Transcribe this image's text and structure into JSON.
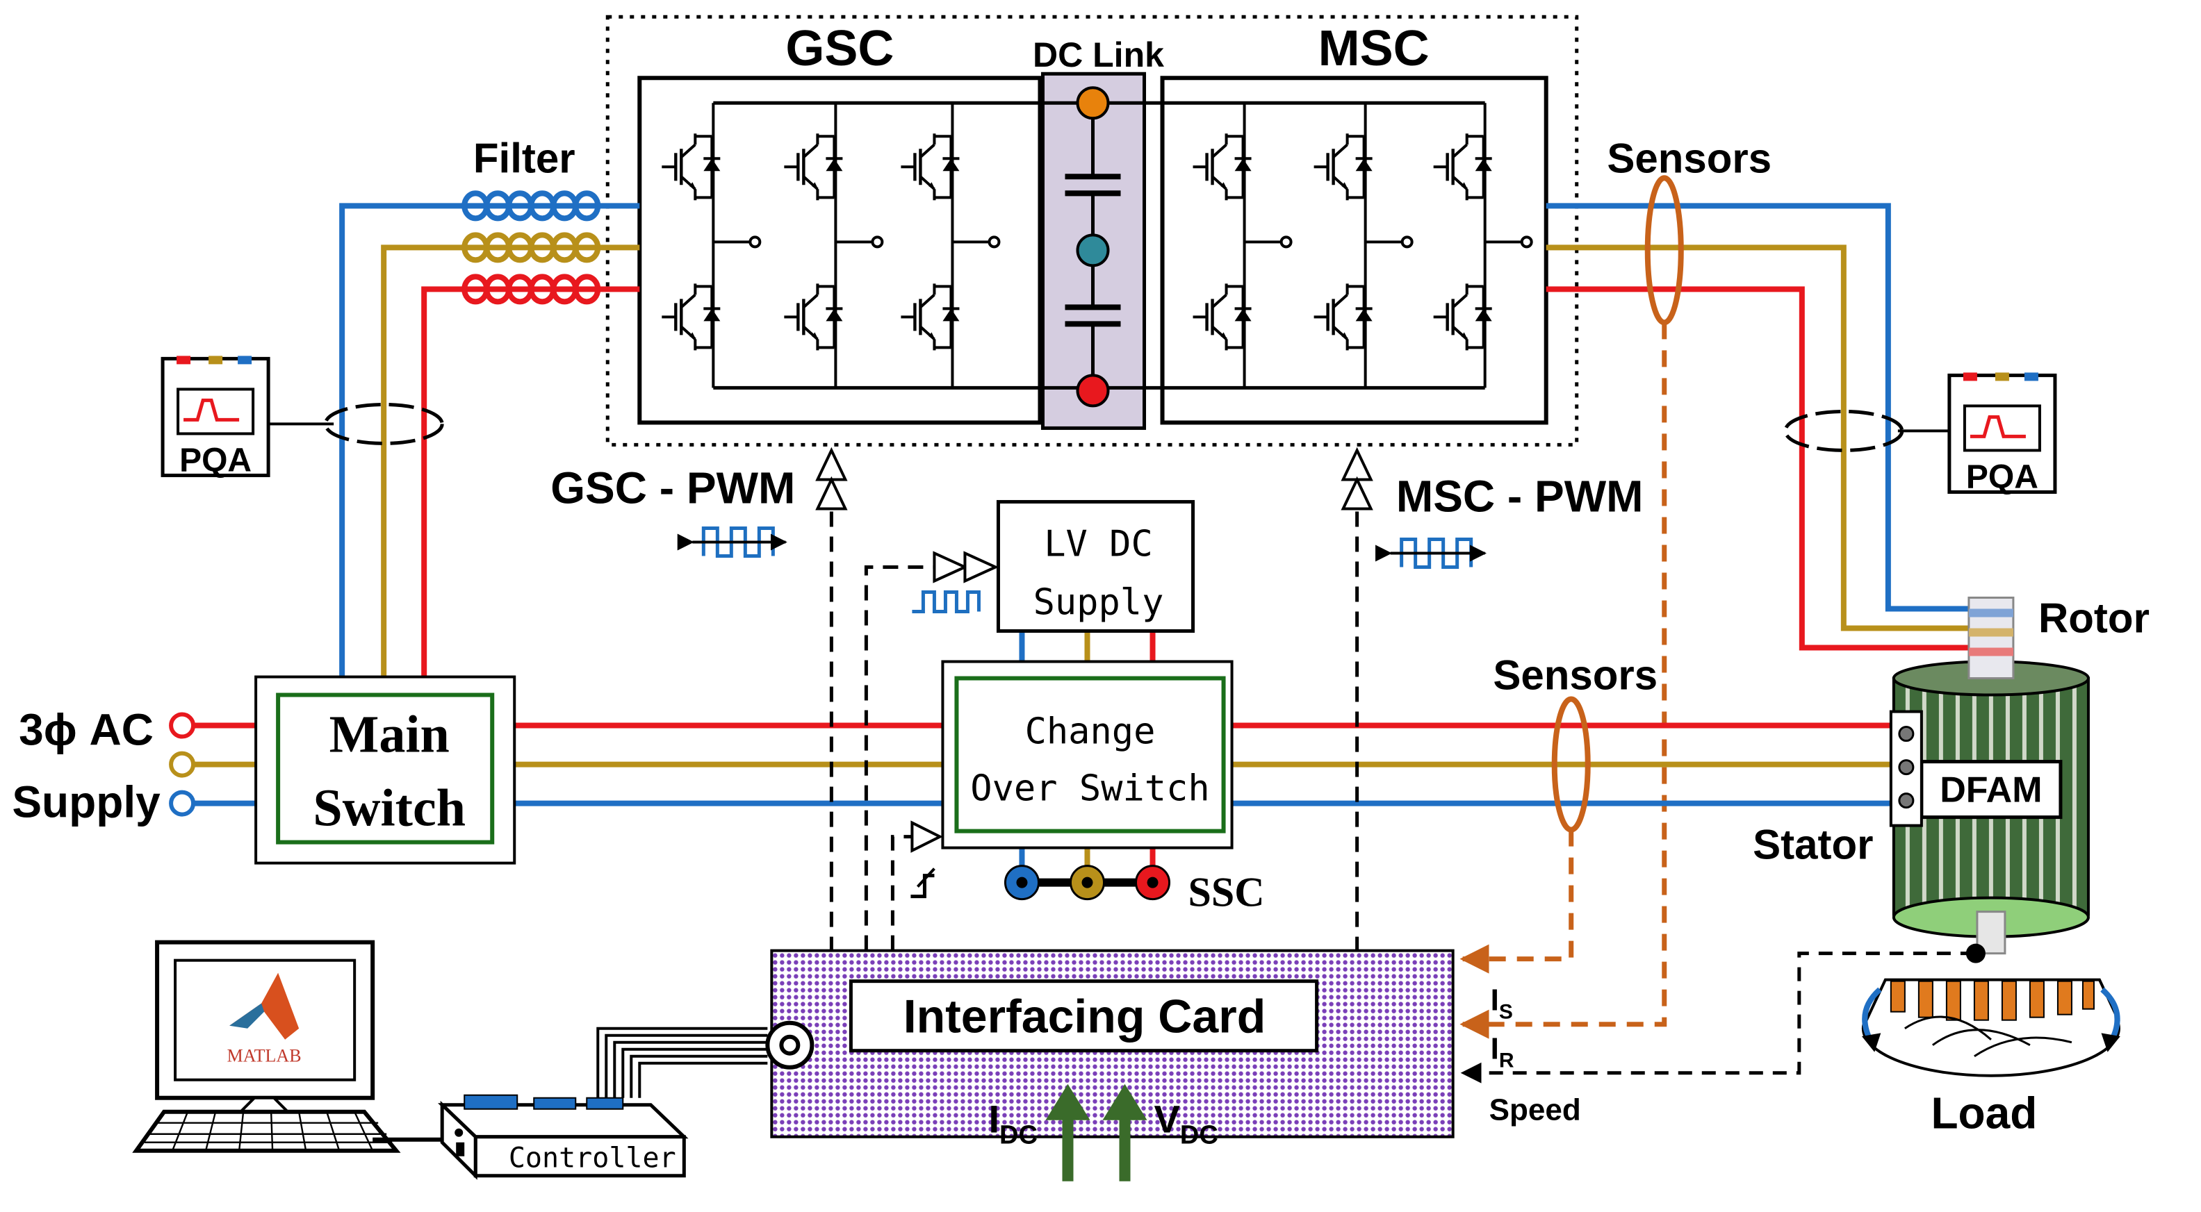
{
  "labels": {
    "gsc": "GSC",
    "dc_link": "DC Link",
    "msc": "MSC",
    "filter": "Filter",
    "sensors_top": "Sensors",
    "sensors_mid": "Sensors",
    "pqa_left": "PQA",
    "pqa_right": "PQA",
    "gsc_pwm": "GSC - PWM",
    "msc_pwm": "MSC - PWM",
    "lv_dc_line1": "LV DC",
    "lv_dc_line2": "Supply",
    "ac_line1": "3ϕ AC",
    "ac_line2": "Supply",
    "main_switch_line1": "Main",
    "main_switch_line2": "Switch",
    "cos_line1": "Change",
    "cos_line2": "Over Switch",
    "ssc": "SSC",
    "rotor": "Rotor",
    "dfam": "DFAM",
    "stator": "Stator",
    "interfacing_card": "Interfacing Card",
    "is_main": "I",
    "is_sub": "S",
    "ir_main": "I",
    "ir_sub": "R",
    "speed": "Speed",
    "idc_main": "I",
    "idc_sub": "DC",
    "vdc_main": "V",
    "vdc_sub": "DC",
    "load": "Load",
    "matlab": "MATLAB",
    "controller": "Controller"
  },
  "colors": {
    "phase_blue": "#1f6fc4",
    "phase_gold": "#b8901a",
    "phase_red": "#e8181e",
    "sensor_orange": "#c8621a",
    "switch_green": "#1a6e1a",
    "dc_link_fill": "#d5cde0",
    "card_purple": "#7a3fb8",
    "arrow_green": "#3a6b2a",
    "pwm_blue": "#1e6fc0",
    "dc_top_node": "#e8820c",
    "dc_mid_node": "#2f8a9a",
    "dc_bot_node": "#e8181e"
  },
  "icons": [
    "pqa-meter-icon",
    "igbt-icon",
    "capacitor-icon",
    "pwm-signal-icon",
    "monitor-icon",
    "matlab-logo-icon",
    "keyboard-icon",
    "controller-board-icon",
    "motor-icon",
    "fan-load-icon",
    "rotation-arrow-icon"
  ]
}
